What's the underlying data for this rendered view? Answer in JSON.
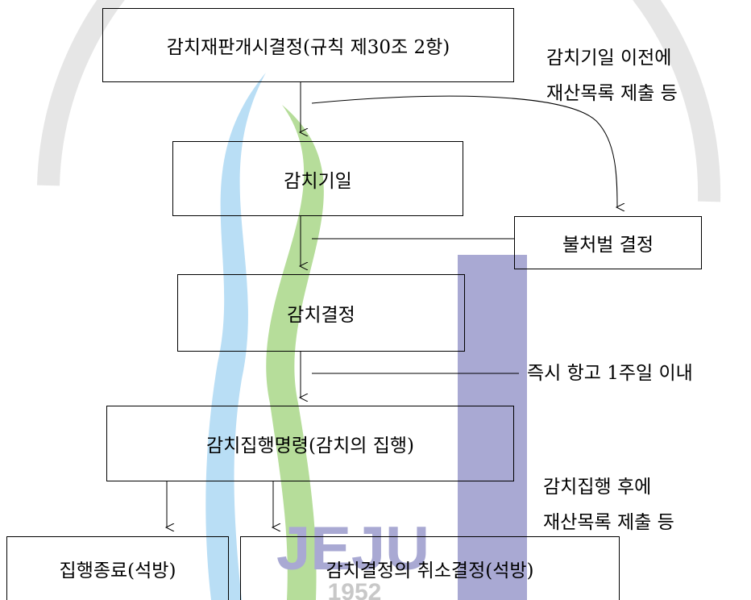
{
  "watermark": {
    "text": "JEJU",
    "year": "1952",
    "colors": {
      "blue": "#a9a9d3",
      "green": "#b6dd9a",
      "cyan": "#b9def5",
      "gray": "#d2d2d2"
    }
  },
  "boxes": {
    "start": "감치재판개시결정(규칙 제30조 2항)",
    "hearing_date": "감치기일",
    "no_punishment": "불처벌 결정",
    "detention_decision": "감치결정",
    "execution_order": "감치집행명령(감치의 집행)",
    "execution_end": "집행종료(석방)",
    "cancellation": "감치결정의 취소결정(석방)"
  },
  "notes": {
    "before_hearing": [
      "감치기일 이전에",
      "재산목록 제출 등"
    ],
    "appeal": "즉시 항고 1주일 이내",
    "after_execution": [
      "감치집행 후에",
      "재산목록 제출 등"
    ]
  }
}
